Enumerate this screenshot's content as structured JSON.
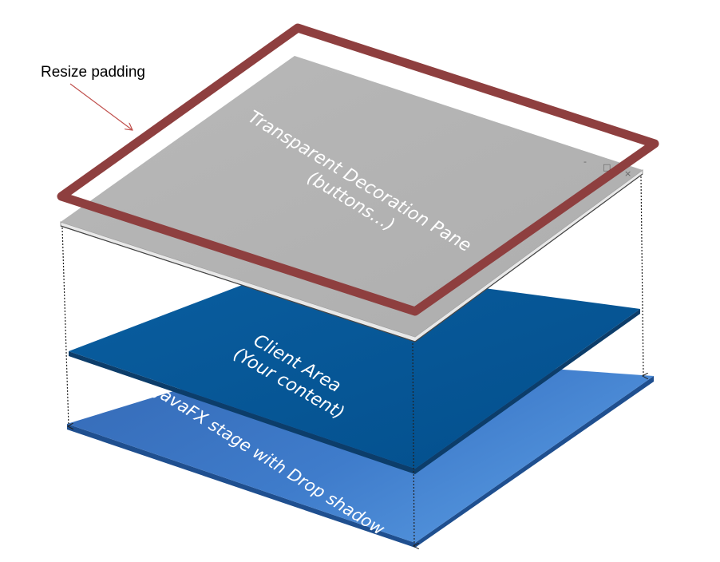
{
  "callout": {
    "text": "Resize padding"
  },
  "layers": {
    "decoration": {
      "line1": "Transparent Decoration Pane",
      "line2": "(buttons…)"
    },
    "client": {
      "line1": "Client Area",
      "line2": "(Your content)"
    },
    "stage": {
      "line1": "JavaFX stage with Drop shadow"
    }
  },
  "window_controls": {
    "minimize": "-",
    "maximize": "□",
    "close": "×"
  },
  "colors": {
    "resize_border": "#8e3f3f",
    "decoration_fill": "#b2b2b2",
    "client_fill": "#04589a",
    "stage_fill": "#3d78c7",
    "callout_arrow": "#c0504d"
  }
}
